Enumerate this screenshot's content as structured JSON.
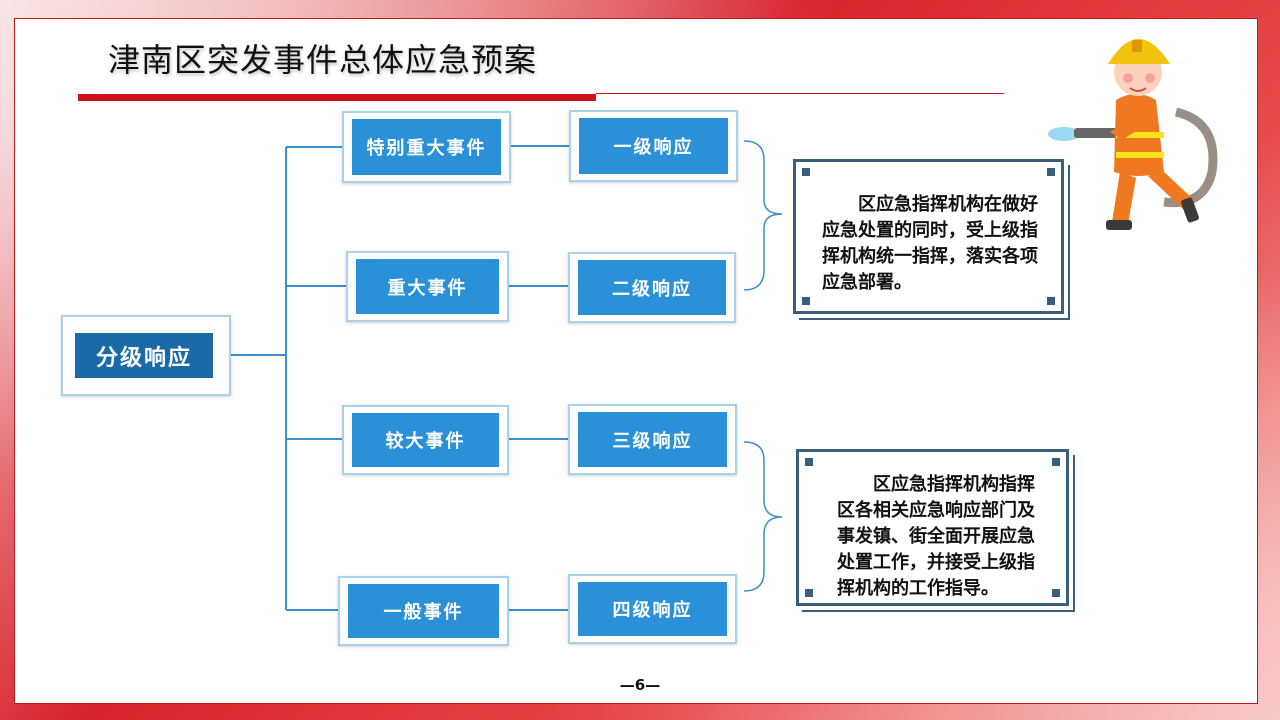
{
  "title": "津南区突发事件总体应急预案",
  "root": "分级响应",
  "events": [
    "特别重大事件",
    "重大事件",
    "较大事件",
    "一般事件"
  ],
  "responses": [
    "一级响应",
    "二级响应",
    "三级响应",
    "四级响应"
  ],
  "notes": [
    "区应急指挥机构在做好应急处置的同时，受上级指挥机构统一指挥，落实各项应急部署。",
    "区应急指挥机构指挥区各相关应急响应部门及事发镇、街全面开展应急处置工作，并接受上级指挥机构的工作指导。"
  ],
  "page_number": "—6—",
  "colors": {
    "accent_red": "#d0121b",
    "node_blue": "#2a91d8",
    "root_blue": "#1b6aa8",
    "note_border": "#3a5f7c"
  },
  "decoration": {
    "illustration": "firefighter-with-hose-icon"
  }
}
